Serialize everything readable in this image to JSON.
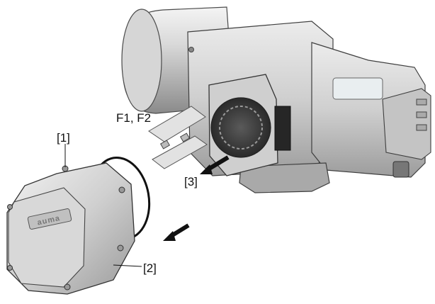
{
  "figure": {
    "labels": {
      "fuses": "F1, F2",
      "item_1": "[1]",
      "item_2": "[2]",
      "item_3": "[3]"
    },
    "brand_mark": "auma",
    "colors": {
      "metal_light": "#e6e6e6",
      "metal_mid": "#bdbdbd",
      "metal_dark": "#7a7a7a",
      "outline": "#3a3a3a",
      "arrow": "#111111"
    }
  }
}
